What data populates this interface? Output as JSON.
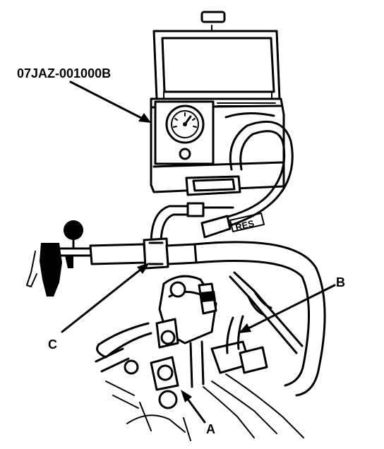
{
  "labels": {
    "part_number": "07JAZ-001000B",
    "callout_a": "A",
    "callout_b": "B",
    "callout_c": "C",
    "hose_tag": "RES"
  },
  "colors": {
    "ink": "#000000",
    "paper": "#ffffff"
  }
}
